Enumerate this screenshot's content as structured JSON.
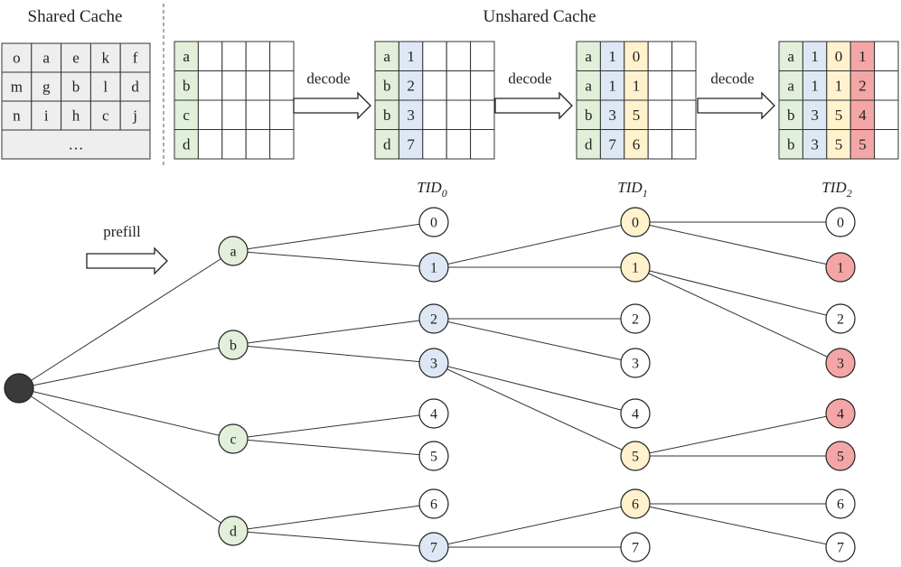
{
  "colors": {
    "green": "#e2efda",
    "blue": "#dde8f4",
    "yellow": "#fff2cc",
    "red": "#f4a6a6",
    "gray": "#eeeeee",
    "root": "#3a3a3a",
    "white": "#ffffff",
    "line": "#333333"
  },
  "shared_cache": {
    "title": "Shared Cache",
    "rows": [
      [
        "o",
        "a",
        "e",
        "k",
        "f"
      ],
      [
        "m",
        "g",
        "b",
        "l",
        "d"
      ],
      [
        "n",
        "i",
        "h",
        "c",
        "j"
      ]
    ],
    "more": "…"
  },
  "unshared_cache": {
    "title": "Unshared Cache",
    "tables": [
      {
        "cols": [
          {
            "color": "green",
            "values": [
              "a",
              "b",
              "c",
              "d"
            ]
          }
        ]
      },
      {
        "cols": [
          {
            "color": "green",
            "values": [
              "a",
              "b",
              "b",
              "d"
            ]
          },
          {
            "color": "blue",
            "values": [
              "1",
              "2",
              "3",
              "7"
            ]
          }
        ]
      },
      {
        "cols": [
          {
            "color": "green",
            "values": [
              "a",
              "a",
              "b",
              "d"
            ]
          },
          {
            "color": "blue",
            "values": [
              "1",
              "1",
              "3",
              "7"
            ]
          },
          {
            "color": "yellow",
            "values": [
              "0",
              "1",
              "5",
              "6"
            ]
          }
        ]
      },
      {
        "cols": [
          {
            "color": "green",
            "values": [
              "a",
              "a",
              "b",
              "b"
            ]
          },
          {
            "color": "blue",
            "values": [
              "1",
              "1",
              "3",
              "3"
            ]
          },
          {
            "color": "yellow",
            "values": [
              "0",
              "1",
              "5",
              "5"
            ]
          },
          {
            "color": "red",
            "values": [
              "1",
              "2",
              "4",
              "5"
            ]
          }
        ]
      }
    ],
    "arrow_label": "decode"
  },
  "prefill_label": "prefill",
  "tree": {
    "tid_labels": [
      {
        "base": "TID",
        "sub": "0"
      },
      {
        "base": "TID",
        "sub": "1"
      },
      {
        "base": "TID",
        "sub": "2"
      }
    ],
    "root": {
      "id": "root",
      "label": "",
      "color": "root"
    },
    "level1": [
      {
        "id": "a",
        "label": "a",
        "color": "green"
      },
      {
        "id": "b",
        "label": "b",
        "color": "green"
      },
      {
        "id": "c",
        "label": "c",
        "color": "green"
      },
      {
        "id": "d",
        "label": "d",
        "color": "green"
      }
    ],
    "level2": [
      {
        "id": "t0_0",
        "label": "0",
        "color": "white"
      },
      {
        "id": "t0_1",
        "label": "1",
        "color": "blue"
      },
      {
        "id": "t0_2",
        "label": "2",
        "color": "blue"
      },
      {
        "id": "t0_3",
        "label": "3",
        "color": "blue"
      },
      {
        "id": "t0_4",
        "label": "4",
        "color": "white"
      },
      {
        "id": "t0_5",
        "label": "5",
        "color": "white"
      },
      {
        "id": "t0_6",
        "label": "6",
        "color": "white"
      },
      {
        "id": "t0_7",
        "label": "7",
        "color": "blue"
      }
    ],
    "level3": [
      {
        "id": "t1_0",
        "label": "0",
        "color": "yellow"
      },
      {
        "id": "t1_1",
        "label": "1",
        "color": "yellow"
      },
      {
        "id": "t1_2",
        "label": "2",
        "color": "white"
      },
      {
        "id": "t1_3",
        "label": "3",
        "color": "white"
      },
      {
        "id": "t1_4",
        "label": "4",
        "color": "white"
      },
      {
        "id": "t1_5",
        "label": "5",
        "color": "yellow"
      },
      {
        "id": "t1_6",
        "label": "6",
        "color": "yellow"
      },
      {
        "id": "t1_7",
        "label": "7",
        "color": "white"
      }
    ],
    "level4": [
      {
        "id": "t2_0",
        "label": "0",
        "color": "white"
      },
      {
        "id": "t2_1",
        "label": "1",
        "color": "red"
      },
      {
        "id": "t2_2",
        "label": "2",
        "color": "white"
      },
      {
        "id": "t2_3",
        "label": "3",
        "color": "red"
      },
      {
        "id": "t2_4",
        "label": "4",
        "color": "red"
      },
      {
        "id": "t2_5",
        "label": "5",
        "color": "red"
      },
      {
        "id": "t2_6",
        "label": "6",
        "color": "white"
      },
      {
        "id": "t2_7",
        "label": "7",
        "color": "white"
      }
    ],
    "edges": [
      [
        "root",
        "a"
      ],
      [
        "root",
        "b"
      ],
      [
        "root",
        "c"
      ],
      [
        "root",
        "d"
      ],
      [
        "a",
        "t0_0"
      ],
      [
        "a",
        "t0_1"
      ],
      [
        "b",
        "t0_2"
      ],
      [
        "b",
        "t0_3"
      ],
      [
        "c",
        "t0_4"
      ],
      [
        "c",
        "t0_5"
      ],
      [
        "d",
        "t0_6"
      ],
      [
        "d",
        "t0_7"
      ],
      [
        "t0_1",
        "t1_0"
      ],
      [
        "t0_1",
        "t1_1"
      ],
      [
        "t0_2",
        "t1_2"
      ],
      [
        "t0_2",
        "t1_3"
      ],
      [
        "t0_3",
        "t1_4"
      ],
      [
        "t0_3",
        "t1_5"
      ],
      [
        "t0_7",
        "t1_6"
      ],
      [
        "t0_7",
        "t1_7"
      ],
      [
        "t1_0",
        "t2_0"
      ],
      [
        "t1_0",
        "t2_1"
      ],
      [
        "t1_1",
        "t2_2"
      ],
      [
        "t1_1",
        "t2_3"
      ],
      [
        "t1_5",
        "t2_4"
      ],
      [
        "t1_5",
        "t2_5"
      ],
      [
        "t1_6",
        "t2_6"
      ],
      [
        "t1_6",
        "t2_7"
      ]
    ]
  }
}
